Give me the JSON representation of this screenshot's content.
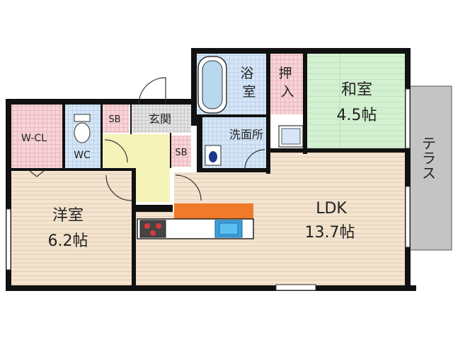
{
  "floorplan": {
    "rooms": {
      "ldk": {
        "name": "LDK",
        "size": "13.7帖",
        "floor_color": "#f3e3cf"
      },
      "youshitsu": {
        "name": "洋室",
        "size": "6.2帖",
        "floor_color": "#f3e3cf"
      },
      "washitsu": {
        "name": "和室",
        "size": "4.5帖",
        "floor_color": "#d3f0d0"
      },
      "wcl": {
        "name": "W-CL",
        "floor_color": "#f7d4d8"
      },
      "wc": {
        "name": "WC",
        "floor_color": "#d6e6f7"
      },
      "sb1": {
        "name": "SB",
        "floor_color": "#f7d4d8"
      },
      "sb2": {
        "name": "SB",
        "floor_color": "#f7d4d8"
      },
      "genkan": {
        "name": "玄関",
        "floor_color": "#e0e0e0"
      },
      "yokushitsu": {
        "name": "浴室",
        "floor_color": "#d6e6f7"
      },
      "oshiire": {
        "name": "押入",
        "floor_color": "#f7d4d8"
      },
      "senmenjo": {
        "name": "洗面所",
        "floor_color": "#d6e6f7"
      },
      "hall": {
        "floor_color": "#f6f3b8"
      }
    },
    "terrace": {
      "name": "テラス",
      "color": "#c4c4c4"
    },
    "kitchen": {
      "counter_color": "#f07a2c",
      "sink_color": "#3aa0e0",
      "stove_color": "#d43c3c"
    },
    "wall_color": "#111111"
  }
}
